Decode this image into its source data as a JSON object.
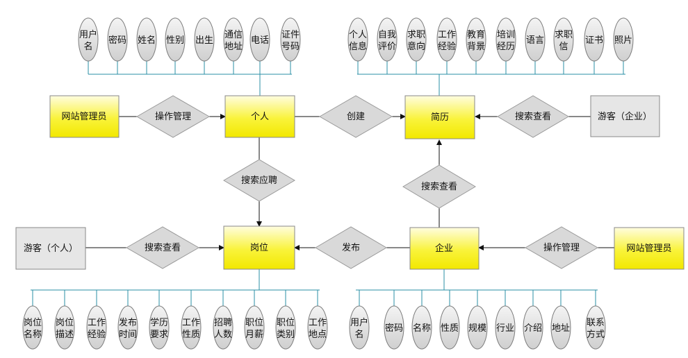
{
  "entities": {
    "person": "个人",
    "resume": "简历",
    "job": "岗位",
    "company": "企业",
    "admin_top": "网站管理员",
    "admin_bottom": "网站管理员",
    "visitor_company": "游客（企业）",
    "visitor_person": "游客（个人）"
  },
  "relations": {
    "manage_top": "操作管理",
    "create": "创建",
    "search_view_top": "搜索查看",
    "search_apply": "搜索应聘",
    "search_view_mid": "搜索查看",
    "search_view_bottom": "搜索查看",
    "publish": "发布",
    "manage_bottom": "操作管理"
  },
  "person_attrs": [
    [
      "用户",
      "名"
    ],
    [
      "密码"
    ],
    [
      "姓名"
    ],
    [
      "性别"
    ],
    [
      "出生"
    ],
    [
      "通信",
      "地址"
    ],
    [
      "电话"
    ],
    [
      "证件",
      "号码"
    ]
  ],
  "resume_attrs": [
    [
      "个人",
      "信息"
    ],
    [
      "自我",
      "评价"
    ],
    [
      "求职",
      "意向"
    ],
    [
      "工作",
      "经验"
    ],
    [
      "教育",
      "背景"
    ],
    [
      "培训",
      "经历"
    ],
    [
      "语言"
    ],
    [
      "求职",
      "信"
    ],
    [
      "证书"
    ],
    [
      "照片"
    ]
  ],
  "job_attrs": [
    [
      "岗位",
      "名称"
    ],
    [
      "岗位",
      "描述"
    ],
    [
      "工作",
      "经验"
    ],
    [
      "发布",
      "时间"
    ],
    [
      "学历",
      "要求"
    ],
    [
      "工作",
      "性质"
    ],
    [
      "招聘",
      "人数"
    ],
    [
      "职位",
      "月薪"
    ],
    [
      "职位",
      "类别"
    ],
    [
      "工作",
      "地点"
    ]
  ],
  "company_attrs": [
    [
      "用户",
      "名"
    ],
    [
      "密码"
    ],
    [
      "名称"
    ],
    [
      "性质"
    ],
    [
      "规模"
    ],
    [
      "行业"
    ],
    [
      "介绍"
    ],
    [
      "地址"
    ],
    [
      "联系",
      "方式"
    ]
  ],
  "colors": {
    "entity_fill": "#f7f000",
    "gray_fill": "#e4e4e4",
    "attr_fill": "#dcdcdc",
    "teal_line": "#2a8fa6",
    "stroke": "#666666"
  }
}
